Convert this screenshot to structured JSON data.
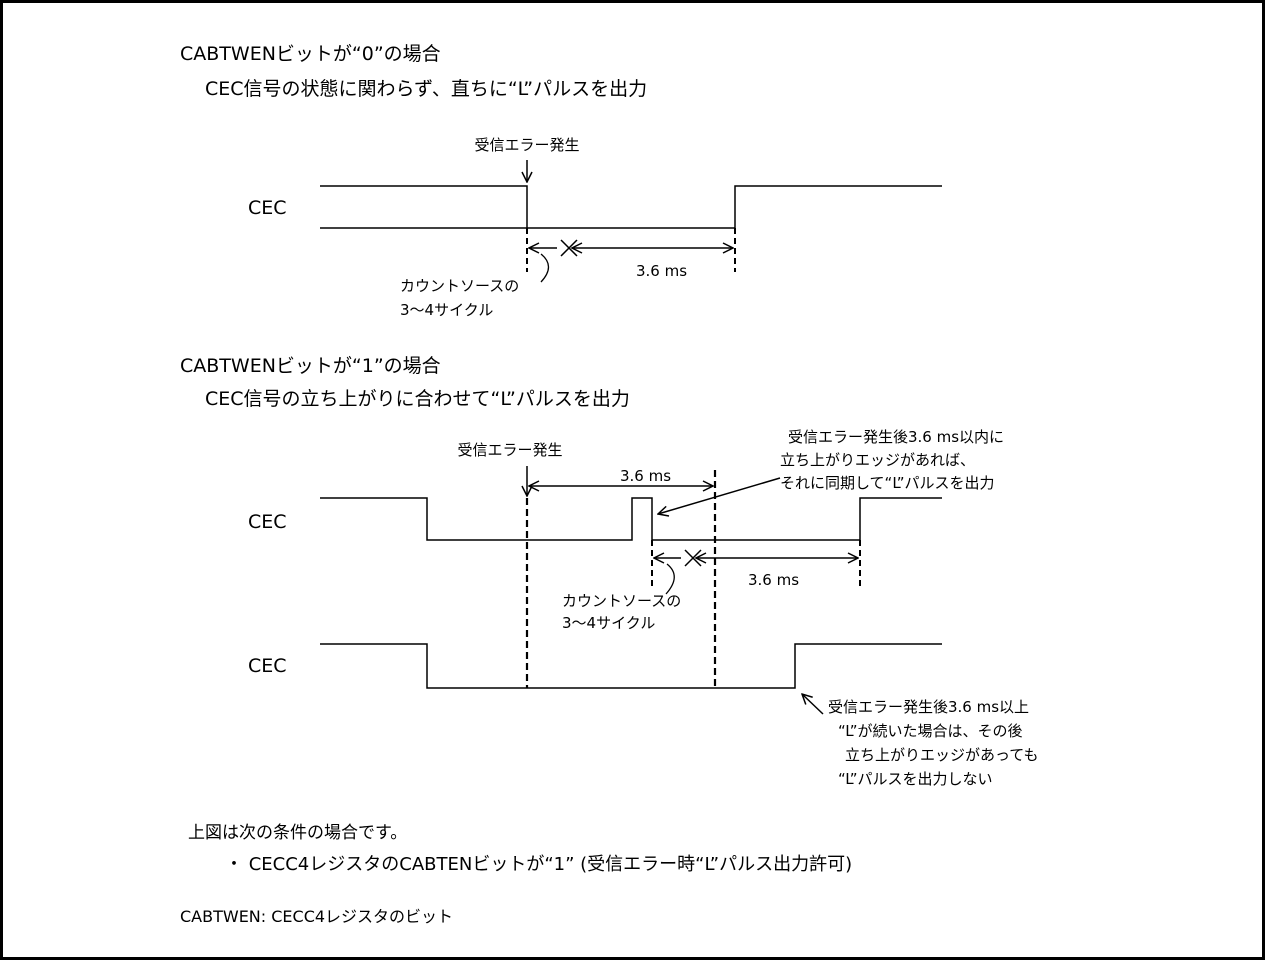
{
  "colors": {
    "ink": "#000000",
    "background": "#ffffff"
  },
  "section_0": {
    "title": "CABTWENビットが“0”の場合",
    "subtitle": "CEC信号の状態に関わらず、直ちに“L”パルスを出力",
    "event_label": "受信エラー発生",
    "signal_label": "CEC",
    "count_source_line1": "カウントソースの",
    "count_source_line2": "3～4サイクル",
    "duration_label": "3.6 ms"
  },
  "section_1": {
    "title": "CABTWENビットが“1”の場合",
    "subtitle": "CEC信号の立ち上がりに合わせて“L”パルスを出力",
    "event_label": "受信エラー発生",
    "window_label": "3.6 ms",
    "note_a_line1": "受信エラー発生後3.6 ms以内に",
    "note_a_line2": "立ち上がりエッジがあれば、",
    "note_a_line3": "それに同期して“L”パルスを出力",
    "signal_label_a": "CEC",
    "count_source_line1": "カウントソースの",
    "count_source_line2": "3～4サイクル",
    "duration_label": "3.6 ms",
    "signal_label_b": "CEC",
    "note_b_line1": "受信エラー発生後3.6 ms以上",
    "note_b_line2": "“L”が続いた場合は、その後",
    "note_b_line3": "立ち上がりエッジがあっても",
    "note_b_line4": "“L”パルスを出力しない"
  },
  "footer": {
    "condition_intro": "上図は次の条件の場合です。",
    "condition_item": "・ CECC4レジスタのCABTENビットが“1” (受信エラー時“L”パルス出力許可)",
    "definition": "CABTWEN: CECC4レジスタのビット"
  }
}
